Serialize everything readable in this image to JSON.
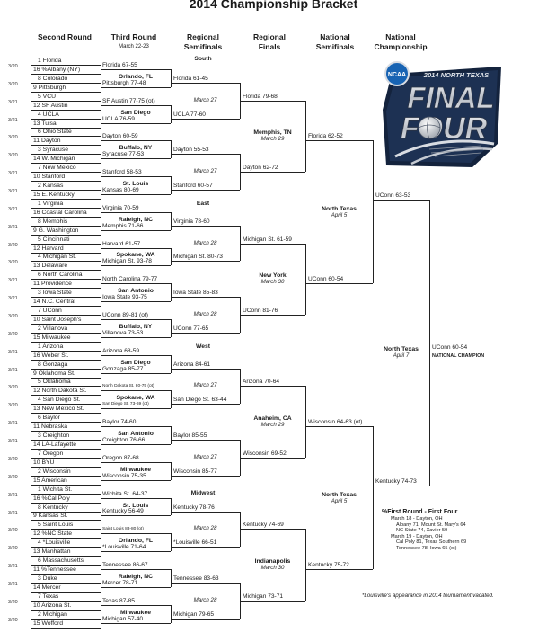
{
  "title": "2014 Championship Bracket",
  "headers": {
    "second_round": "Second Round",
    "third_round": "Third Round",
    "third_round_dates": "March 22-23",
    "regional_semis_1": "Regional",
    "regional_semis_2": "Semifinals",
    "regional_finals_1": "Regional",
    "regional_finals_2": "Finals",
    "national_semis_1": "National",
    "national_semis_2": "Semifinals",
    "national_champ_1": "National",
    "national_champ_2": "Championship"
  },
  "regions": {
    "south": "South",
    "east": "East",
    "west": "West",
    "midwest": "Midwest"
  },
  "second_round": [
    {
      "date": "3/20",
      "team1": "1 Florida",
      "team2": "16 %Albany (NY)"
    },
    {
      "date": "3/20",
      "team1": "8 Colorado",
      "team2": "9 Pittsburgh"
    },
    {
      "date": "3/21",
      "team1": "5 VCU",
      "team2": "12 SF Austin"
    },
    {
      "date": "3/21",
      "team1": "4 UCLA",
      "team2": "13 Tulsa"
    },
    {
      "date": "3/20",
      "team1": "6 Ohio State",
      "team2": "11 Dayton"
    },
    {
      "date": "3/20",
      "team1": "3 Syracuse",
      "team2": "14 W. Michigan"
    },
    {
      "date": "3/21",
      "team1": "7 New Mexico",
      "team2": "10 Stanford"
    },
    {
      "date": "3/21",
      "team1": "2 Kansas",
      "team2": "15 E. Kentucky"
    },
    {
      "date": "3/21",
      "team1": "1 Virginia",
      "team2": "16 Coastal Carolina"
    },
    {
      "date": "3/21",
      "team1": "8 Memphis",
      "team2": "9 G. Washington"
    },
    {
      "date": "3/20",
      "team1": "5 Cincinnati",
      "team2": "12 Harvard"
    },
    {
      "date": "3/20",
      "team1": "4 Michigan St.",
      "team2": "13 Delaware"
    },
    {
      "date": "3/21",
      "team1": "6 North Carolina",
      "team2": "11 Providence"
    },
    {
      "date": "3/21",
      "team1": "3 Iowa State",
      "team2": "14 N.C. Central"
    },
    {
      "date": "3/20",
      "team1": "7 UConn",
      "team2": "10 Saint Joseph's"
    },
    {
      "date": "3/20",
      "team1": "2 Villanova",
      "team2": "15 Milwaukee"
    },
    {
      "date": "3/21",
      "team1": "1 Arizona",
      "team2": "16 Weber St."
    },
    {
      "date": "3/21",
      "team1": "8 Gonzaga",
      "team2": "9 Oklahoma St."
    },
    {
      "date": "3/20",
      "team1": "5 Oklahoma",
      "team2": "12 North Dakota St."
    },
    {
      "date": "3/20",
      "team1": "4 San Diego St.",
      "team2": "13 New Mexico St."
    },
    {
      "date": "3/21",
      "team1": "6 Baylor",
      "team2": "11 Nebraska"
    },
    {
      "date": "3/21",
      "team1": "3 Creighton",
      "team2": "14 LA-Lafayette"
    },
    {
      "date": "3/20",
      "team1": "7 Oregon",
      "team2": "10 BYU"
    },
    {
      "date": "3/20",
      "team1": "2 Wisconsin",
      "team2": "15 American"
    },
    {
      "date": "3/21",
      "team1": "1 Wichita St.",
      "team2": "16 %Cal Poly"
    },
    {
      "date": "3/21",
      "team1": "8 Kentucky",
      "team2": "9 Kansas St."
    },
    {
      "date": "3/20",
      "team1": "5 Saint Louis",
      "team2": "12 %NC State"
    },
    {
      "date": "3/20",
      "team1": "4 *Louisville",
      "team2": "13 Manhattan"
    },
    {
      "date": "3/21",
      "team1": "6 Massachusetts",
      "team2": "11 %Tennessee"
    },
    {
      "date": "3/21",
      "team1": "3 Duke",
      "team2": "14 Mercer"
    },
    {
      "date": "3/20",
      "team1": "7 Texas",
      "team2": "10 Arizona St."
    },
    {
      "date": "3/20",
      "team1": "2 Michigan",
      "team2": "15 Wofford"
    }
  ],
  "third_round": [
    {
      "site": "Orlando, FL",
      "result1": "Florida 67-55",
      "result2": "Pittsburgh 77-48"
    },
    {
      "site": "San Diego",
      "result1": "SF Austin 77-75 (ot)",
      "result2": "UCLA 76-59"
    },
    {
      "site": "Buffalo, NY",
      "result1": "Dayton 60-59",
      "result2": "Syracuse 77-53"
    },
    {
      "site": "St. Louis",
      "result1": "Stanford 58-53",
      "result2": "Kansas 80-69"
    },
    {
      "site": "Raleigh, NC",
      "result1": "Virginia 70-59",
      "result2": "Memphis 71-66"
    },
    {
      "site": "Spokane, WA",
      "result1": "Harvard 61-57",
      "result2": "Michigan St. 93-78"
    },
    {
      "site": "San Antonio",
      "result1": "North Carolina 79-77",
      "result2": "Iowa State 93-75"
    },
    {
      "site": "Buffalo, NY",
      "result1": "UConn 89-81 (ot)",
      "result2": "Villanova 73-53"
    },
    {
      "site": "San Diego",
      "result1": "Arizona 68-59",
      "result2": "Gonzaga 85-77"
    },
    {
      "site": "Spokane, WA",
      "result1": "North Dakota St. 80-75 (ot)",
      "result2": "San Diego St. 73-69 (ot)"
    },
    {
      "site": "San Antonio",
      "result1": "Baylor 74-60",
      "result2": "Creighton 76-66"
    },
    {
      "site": "Milwaukee",
      "result1": "Oregon 87-68",
      "result2": "Wisconsin 75-35"
    },
    {
      "site": "St. Louis",
      "result1": "Wichita St. 64-37",
      "result2": "Kentucky 56-49"
    },
    {
      "site": "Orlando, FL",
      "result1": "Saint Louis 83-80 (ot)",
      "result2": "*Louisville 71-64"
    },
    {
      "site": "Raleigh, NC",
      "result1": "Tennessee 86-67",
      "result2": "Mercer 78-71"
    },
    {
      "site": "Milwaukee",
      "result1": "Texas 87-85",
      "result2": "Michigan 57-40"
    }
  ],
  "regional_semifinals": [
    {
      "date": "March 27",
      "result1": "Florida 61-45",
      "result2": "UCLA 77-60"
    },
    {
      "date": "March 27",
      "result1": "Dayton 55-53",
      "result2": "Stanford 60-57"
    },
    {
      "date": "March 28",
      "result1": "Virginia 78-60",
      "result2": "Michigan St. 80-73"
    },
    {
      "date": "March 28",
      "result1": "Iowa State 85-83",
      "result2": "UConn 77-65"
    },
    {
      "date": "March 27",
      "result1": "Arizona 84-61",
      "result2": "San Diego St. 63-44"
    },
    {
      "date": "March 27",
      "result1": "Baylor 85-55",
      "result2": "Wisconsin 85-77"
    },
    {
      "date": "March 28",
      "result1": "Kentucky 78-76",
      "result2": "*Louisville 66-51"
    },
    {
      "date": "March 28",
      "result1": "Tennessee 83-63",
      "result2": "Michigan 79-65"
    }
  ],
  "regional_finals": [
    {
      "site": "Memphis, TN",
      "date": "March 29",
      "result1": "Florida 79-68",
      "result2": "Dayton 62-72"
    },
    {
      "site": "New York",
      "date": "March 30",
      "result1": "Michigan St. 61-59",
      "result2": "UConn 81-76"
    },
    {
      "site": "Anaheim, CA",
      "date": "March 29",
      "result1": "Arizona 70-64",
      "result2": "Wisconsin 69-52"
    },
    {
      "site": "Indianapolis",
      "date": "March 30",
      "result1": "Kentucky 74-69",
      "result2": "Michigan 73-71"
    }
  ],
  "national_semifinals": [
    {
      "site": "North Texas",
      "date": "April 5",
      "result1": "Florida 62-52",
      "result2": "UConn 60-54"
    },
    {
      "site": "North Texas",
      "date": "April 5",
      "result1": "Wisconsin 64-63 (ot)",
      "result2": "Kentucky 75-72"
    }
  ],
  "national_championship": {
    "site": "North Texas",
    "date": "April 7",
    "result1": "UConn 63-53",
    "result2": "Kentucky 74-73",
    "champion": "UConn 60-54",
    "champion_label": "NATIONAL CHAMPION"
  },
  "logo": {
    "badge": "NCAA",
    "banner": "2014 NORTH TEXAS",
    "line1": "FINAL",
    "line2": "FOUR"
  },
  "first_four": {
    "title": "%First Round - First Four",
    "lines": [
      {
        "text": "March 18 - Dayton, OH",
        "indent": 1
      },
      {
        "text": "Albany 71, Mount St. Mary's 64",
        "indent": 2
      },
      {
        "text": "NC State 74, Xavier 59",
        "indent": 2
      },
      {
        "text": "March 19 - Dayton, OH",
        "indent": 1
      },
      {
        "text": "Cal Poly 81, Texas Southern 69",
        "indent": 2
      },
      {
        "text": "Tennessee 78, Iowa 65 (ot)",
        "indent": 2
      }
    ]
  },
  "footnote": "*Louisville's appearance in 2014 tournament vacated."
}
